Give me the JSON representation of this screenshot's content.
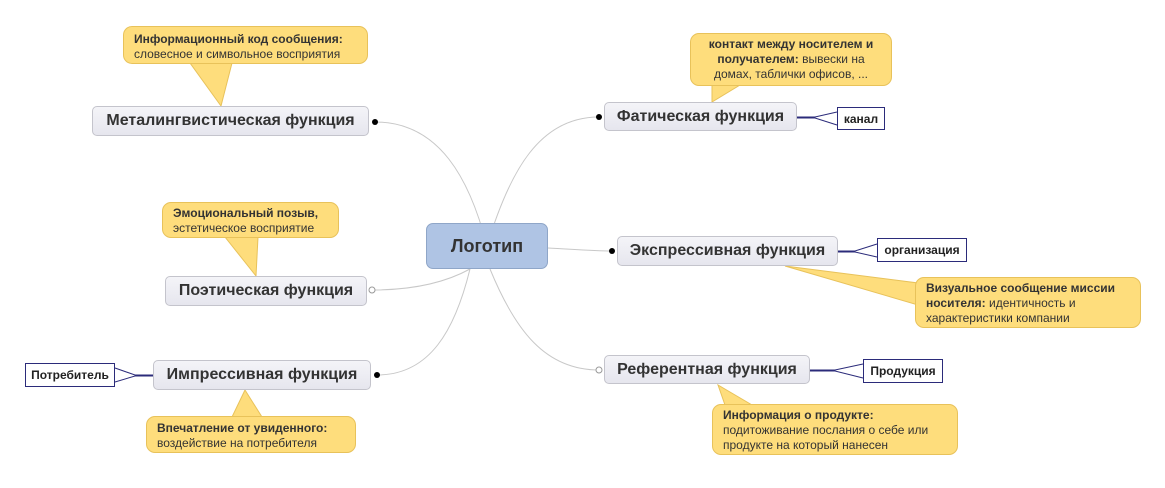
{
  "central": {
    "label": "Логотип"
  },
  "nodes": {
    "metalinguistic": {
      "label": "Металингвистическая функция",
      "note_bold": "Информационный код сообщения:",
      "note_text": "словесное и символьное восприятия"
    },
    "phatic": {
      "label": "Фатическая функция",
      "tag": "канал",
      "note_bold": "контакт между носителем и получателем:",
      "note_text": "вывески на домах, таблички офисов, ..."
    },
    "expressive": {
      "label": "Экспрессивная функция",
      "tag": "организация",
      "note_bold": "Визуальное сообщение миссии носителя:",
      "note_text": "идентичность и характеристики компании"
    },
    "poetic": {
      "label": "Поэтическая функция",
      "note_bold": "Эмоциональный позыв,",
      "note_text": "эстетическое восприятие"
    },
    "impressive": {
      "label": "Импрессивная функция",
      "tag": "Потребитель",
      "note_bold": "Впечатление от увиденного:",
      "note_text": "воздействие на потребителя"
    },
    "referential": {
      "label": "Референтная функция",
      "tag": "Продукция",
      "note_bold": "Информация о продукте:",
      "note_text": "подитоживание послания о себе или продукте на который нанесен"
    }
  },
  "colors": {
    "central": "#afc4e4",
    "callout": "#fedd7c",
    "node": "#ececf2",
    "tag_border": "#2b2b7a"
  }
}
